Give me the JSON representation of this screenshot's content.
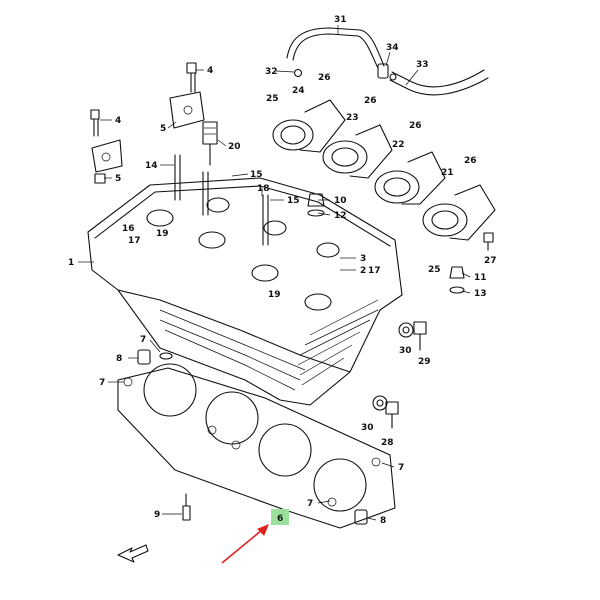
{
  "diagram": {
    "callouts": [
      {
        "id": "c31",
        "label": "31"
      },
      {
        "id": "c32",
        "label": "32"
      },
      {
        "id": "c34",
        "label": "34"
      },
      {
        "id": "c33",
        "label": "33"
      },
      {
        "id": "c4a",
        "label": "4"
      },
      {
        "id": "c4b",
        "label": "4"
      },
      {
        "id": "c5a",
        "label": "5"
      },
      {
        "id": "c5b",
        "label": "5"
      },
      {
        "id": "c20",
        "label": "20"
      },
      {
        "id": "c14",
        "label": "14"
      },
      {
        "id": "c15a",
        "label": "15"
      },
      {
        "id": "c15b",
        "label": "15"
      },
      {
        "id": "c18",
        "label": "18"
      },
      {
        "id": "c16",
        "label": "16"
      },
      {
        "id": "c17a",
        "label": "17"
      },
      {
        "id": "c19a",
        "label": "19"
      },
      {
        "id": "c19b",
        "label": "19"
      },
      {
        "id": "c1",
        "label": "1"
      },
      {
        "id": "c24",
        "label": "24"
      },
      {
        "id": "c26a",
        "label": "26"
      },
      {
        "id": "c25a",
        "label": "25"
      },
      {
        "id": "c23",
        "label": "23"
      },
      {
        "id": "c26b",
        "label": "26"
      },
      {
        "id": "c26c",
        "label": "26"
      },
      {
        "id": "c22",
        "label": "22"
      },
      {
        "id": "c26d",
        "label": "26"
      },
      {
        "id": "c21",
        "label": "21"
      },
      {
        "id": "c10",
        "label": "10"
      },
      {
        "id": "c12",
        "label": "12"
      },
      {
        "id": "c3",
        "label": "3"
      },
      {
        "id": "c2",
        "label": "2"
      },
      {
        "id": "c17b",
        "label": "17"
      },
      {
        "id": "c27",
        "label": "27"
      },
      {
        "id": "c25b",
        "label": "25"
      },
      {
        "id": "c11",
        "label": "11"
      },
      {
        "id": "c13",
        "label": "13"
      },
      {
        "id": "c30a",
        "label": "30"
      },
      {
        "id": "c29",
        "label": "29"
      },
      {
        "id": "c7a",
        "label": "7"
      },
      {
        "id": "c8a",
        "label": "8"
      },
      {
        "id": "c7b",
        "label": "7"
      },
      {
        "id": "c30b",
        "label": "30"
      },
      {
        "id": "c28",
        "label": "28"
      },
      {
        "id": "c7c",
        "label": "7"
      },
      {
        "id": "c7d",
        "label": "7"
      },
      {
        "id": "c9",
        "label": "9"
      },
      {
        "id": "c8b",
        "label": "8"
      },
      {
        "id": "c6",
        "label": "6"
      }
    ],
    "highlighted_part": "6",
    "colors": {
      "highlight": "#9be09b",
      "arrow": "#e02020",
      "ink": "#111111"
    }
  }
}
